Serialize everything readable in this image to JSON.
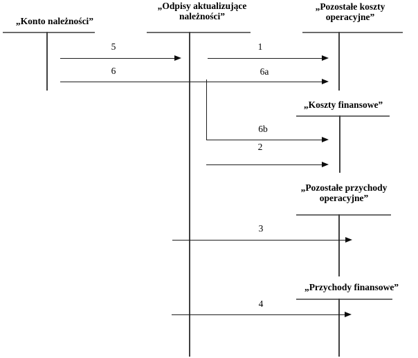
{
  "diagram": {
    "accounts": {
      "receivables": {
        "title": "„Konto należności”"
      },
      "writeoffs": {
        "title": "„Odpisy aktualizujące należności”"
      },
      "other_operating_costs": {
        "title": "„Pozostałe koszty operacyjne”"
      },
      "financial_costs": {
        "title": "„Koszty finansowe”"
      },
      "other_operating_revenues": {
        "title": "„Pozostałe przychody operacyjne”"
      },
      "financial_revenues": {
        "title": "„Przychody finansowe”"
      }
    },
    "flows": {
      "f1": {
        "label": "1"
      },
      "f2": {
        "label": "2"
      },
      "f3": {
        "label": "3"
      },
      "f4": {
        "label": "4"
      },
      "f5": {
        "label": "5"
      },
      "f6": {
        "label": "6"
      },
      "f6a": {
        "label": "6a"
      },
      "f6b": {
        "label": "6b"
      }
    }
  }
}
